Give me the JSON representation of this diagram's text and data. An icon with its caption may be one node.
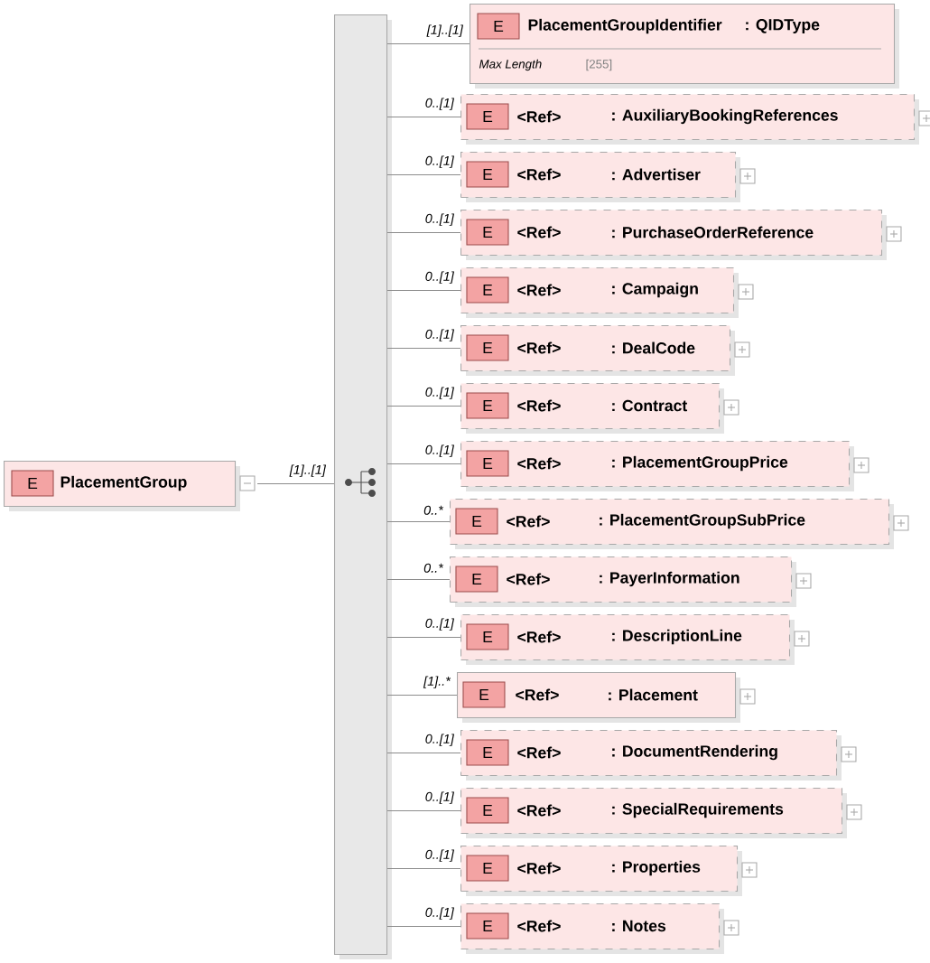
{
  "diagram": {
    "nodes": [
      {
        "text": [
          "E",
          "PlacementGroup"
        ]
      },
      {
        "text": [],
        "shape": "bar"
      },
      {
        "text": [
          "E",
          "PlacementGroupIdentifier",
          ": QIDType",
          "Max Length",
          "[255]"
        ]
      },
      {
        "text": [
          "E",
          "<Ref>",
          ": AuxiliaryBookingReferences"
        ]
      },
      {
        "text": [
          "E",
          "<Ref>",
          ": Advertiser"
        ]
      },
      {
        "text": [
          "E",
          "<Ref>",
          ": PurchaseOrderReference"
        ]
      },
      {
        "text": [
          "E",
          "<Ref>",
          ": Campaign"
        ]
      },
      {
        "text": [
          "E",
          "<Ref>",
          ": DealCode"
        ]
      },
      {
        "text": [
          "E",
          "<Ref>",
          ": Contract"
        ]
      },
      {
        "text": [
          "E",
          "<Ref>",
          ": PlacementGroupPrice"
        ]
      },
      {
        "text": [
          "E",
          "<Ref>",
          ": PlacementGroupSubPrice"
        ]
      },
      {
        "text": [
          "E",
          "<Ref>",
          ": PayerInformation"
        ]
      },
      {
        "text": [
          "E",
          "<Ref>",
          ": DescriptionLine"
        ]
      },
      {
        "text": [
          "E",
          "<Ref>",
          ": Placement"
        ]
      },
      {
        "text": [
          "E",
          "<Ref>",
          ": DocumentRendering"
        ]
      },
      {
        "text": [
          "E",
          "<Ref>",
          ": SpecialRequirements"
        ]
      },
      {
        "text": [
          "E",
          "<Ref>",
          ": Properties"
        ]
      },
      {
        "text": [
          "E",
          "<Ref>",
          ": Notes"
        ]
      }
    ],
    "edges": [
      {
        "from": 0,
        "to": 1,
        "arrow": "none",
        "label": "[1]..[1]"
      },
      {
        "from": 1,
        "to": 2,
        "arrow": "none",
        "label": "[1]..[1]"
      },
      {
        "from": 1,
        "to": 3,
        "arrow": "none",
        "label": "0..[1]"
      },
      {
        "from": 1,
        "to": 4,
        "arrow": "none",
        "label": "0..[1]"
      },
      {
        "from": 1,
        "to": 5,
        "arrow": "none",
        "label": "0..[1]"
      },
      {
        "from": 1,
        "to": 6,
        "arrow": "none",
        "label": "0..[1]"
      },
      {
        "from": 1,
        "to": 7,
        "arrow": "none",
        "label": "0..[1]"
      },
      {
        "from": 1,
        "to": 8,
        "arrow": "none",
        "label": "0..[1]"
      },
      {
        "from": 1,
        "to": 9,
        "arrow": "none",
        "label": "0..[1]"
      },
      {
        "from": 1,
        "to": 10,
        "arrow": "none",
        "label": "0..*"
      },
      {
        "from": 1,
        "to": 11,
        "arrow": "none",
        "label": "0..*"
      },
      {
        "from": 1,
        "to": 12,
        "arrow": "none",
        "label": "0..[1]"
      },
      {
        "from": 1,
        "to": 13,
        "arrow": "none",
        "label": "[1]..*"
      },
      {
        "from": 1,
        "to": 14,
        "arrow": "none",
        "label": "0..[1]"
      },
      {
        "from": 1,
        "to": 15,
        "arrow": "none",
        "label": "0..[1]"
      },
      {
        "from": 1,
        "to": 16,
        "arrow": "none",
        "label": "0..[1]"
      },
      {
        "from": 1,
        "to": 17,
        "arrow": "none",
        "label": "0..[1]"
      }
    ]
  }
}
